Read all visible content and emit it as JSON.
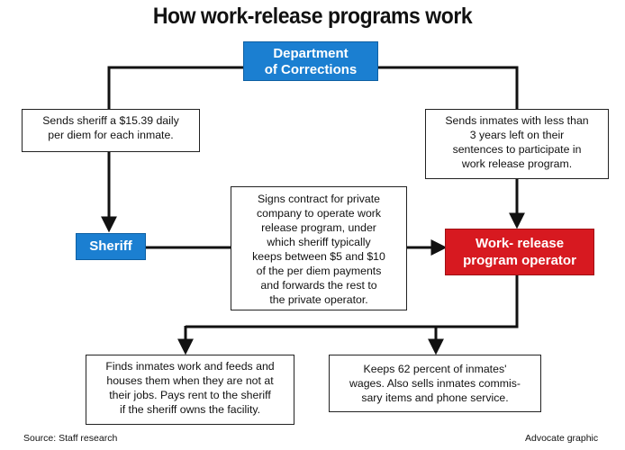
{
  "title": "How work-release programs work",
  "nodes": {
    "department": [
      "Department",
      "of Corrections"
    ],
    "sheriff": [
      "Sheriff"
    ],
    "operator": [
      "Work- release",
      "program operator"
    ]
  },
  "notes": {
    "per_diem": [
      "Sends sheriff a $15.39 daily",
      "per diem for each inmate."
    ],
    "sends_inmates": [
      "Sends inmates with less than",
      "3 years left on their",
      "sentences to participate in",
      "work release program."
    ],
    "contract": [
      "Signs contract for private",
      "company to operate work",
      "release program, under",
      "which sheriff typically",
      "keeps between $5 and $10",
      "of the per diem payments",
      "and forwards the rest to",
      "the private operator."
    ],
    "finds_work": [
      "Finds inmates work and feeds and",
      "houses them when they are not at",
      "their jobs. Pays rent to the sheriff",
      "if the sheriff owns the facility."
    ],
    "keeps_wages": [
      "Keeps 62 percent of inmates'",
      "wages. Also sells inmates commis-",
      "sary items and phone service."
    ]
  },
  "footer": {
    "source": "Source: Staff research",
    "credit": "Advocate graphic"
  },
  "colors": {
    "department_fill": "#1b7fd1",
    "sheriff_fill": "#1b7fd1",
    "operator_fill": "#d71920",
    "connector": "#111111"
  }
}
